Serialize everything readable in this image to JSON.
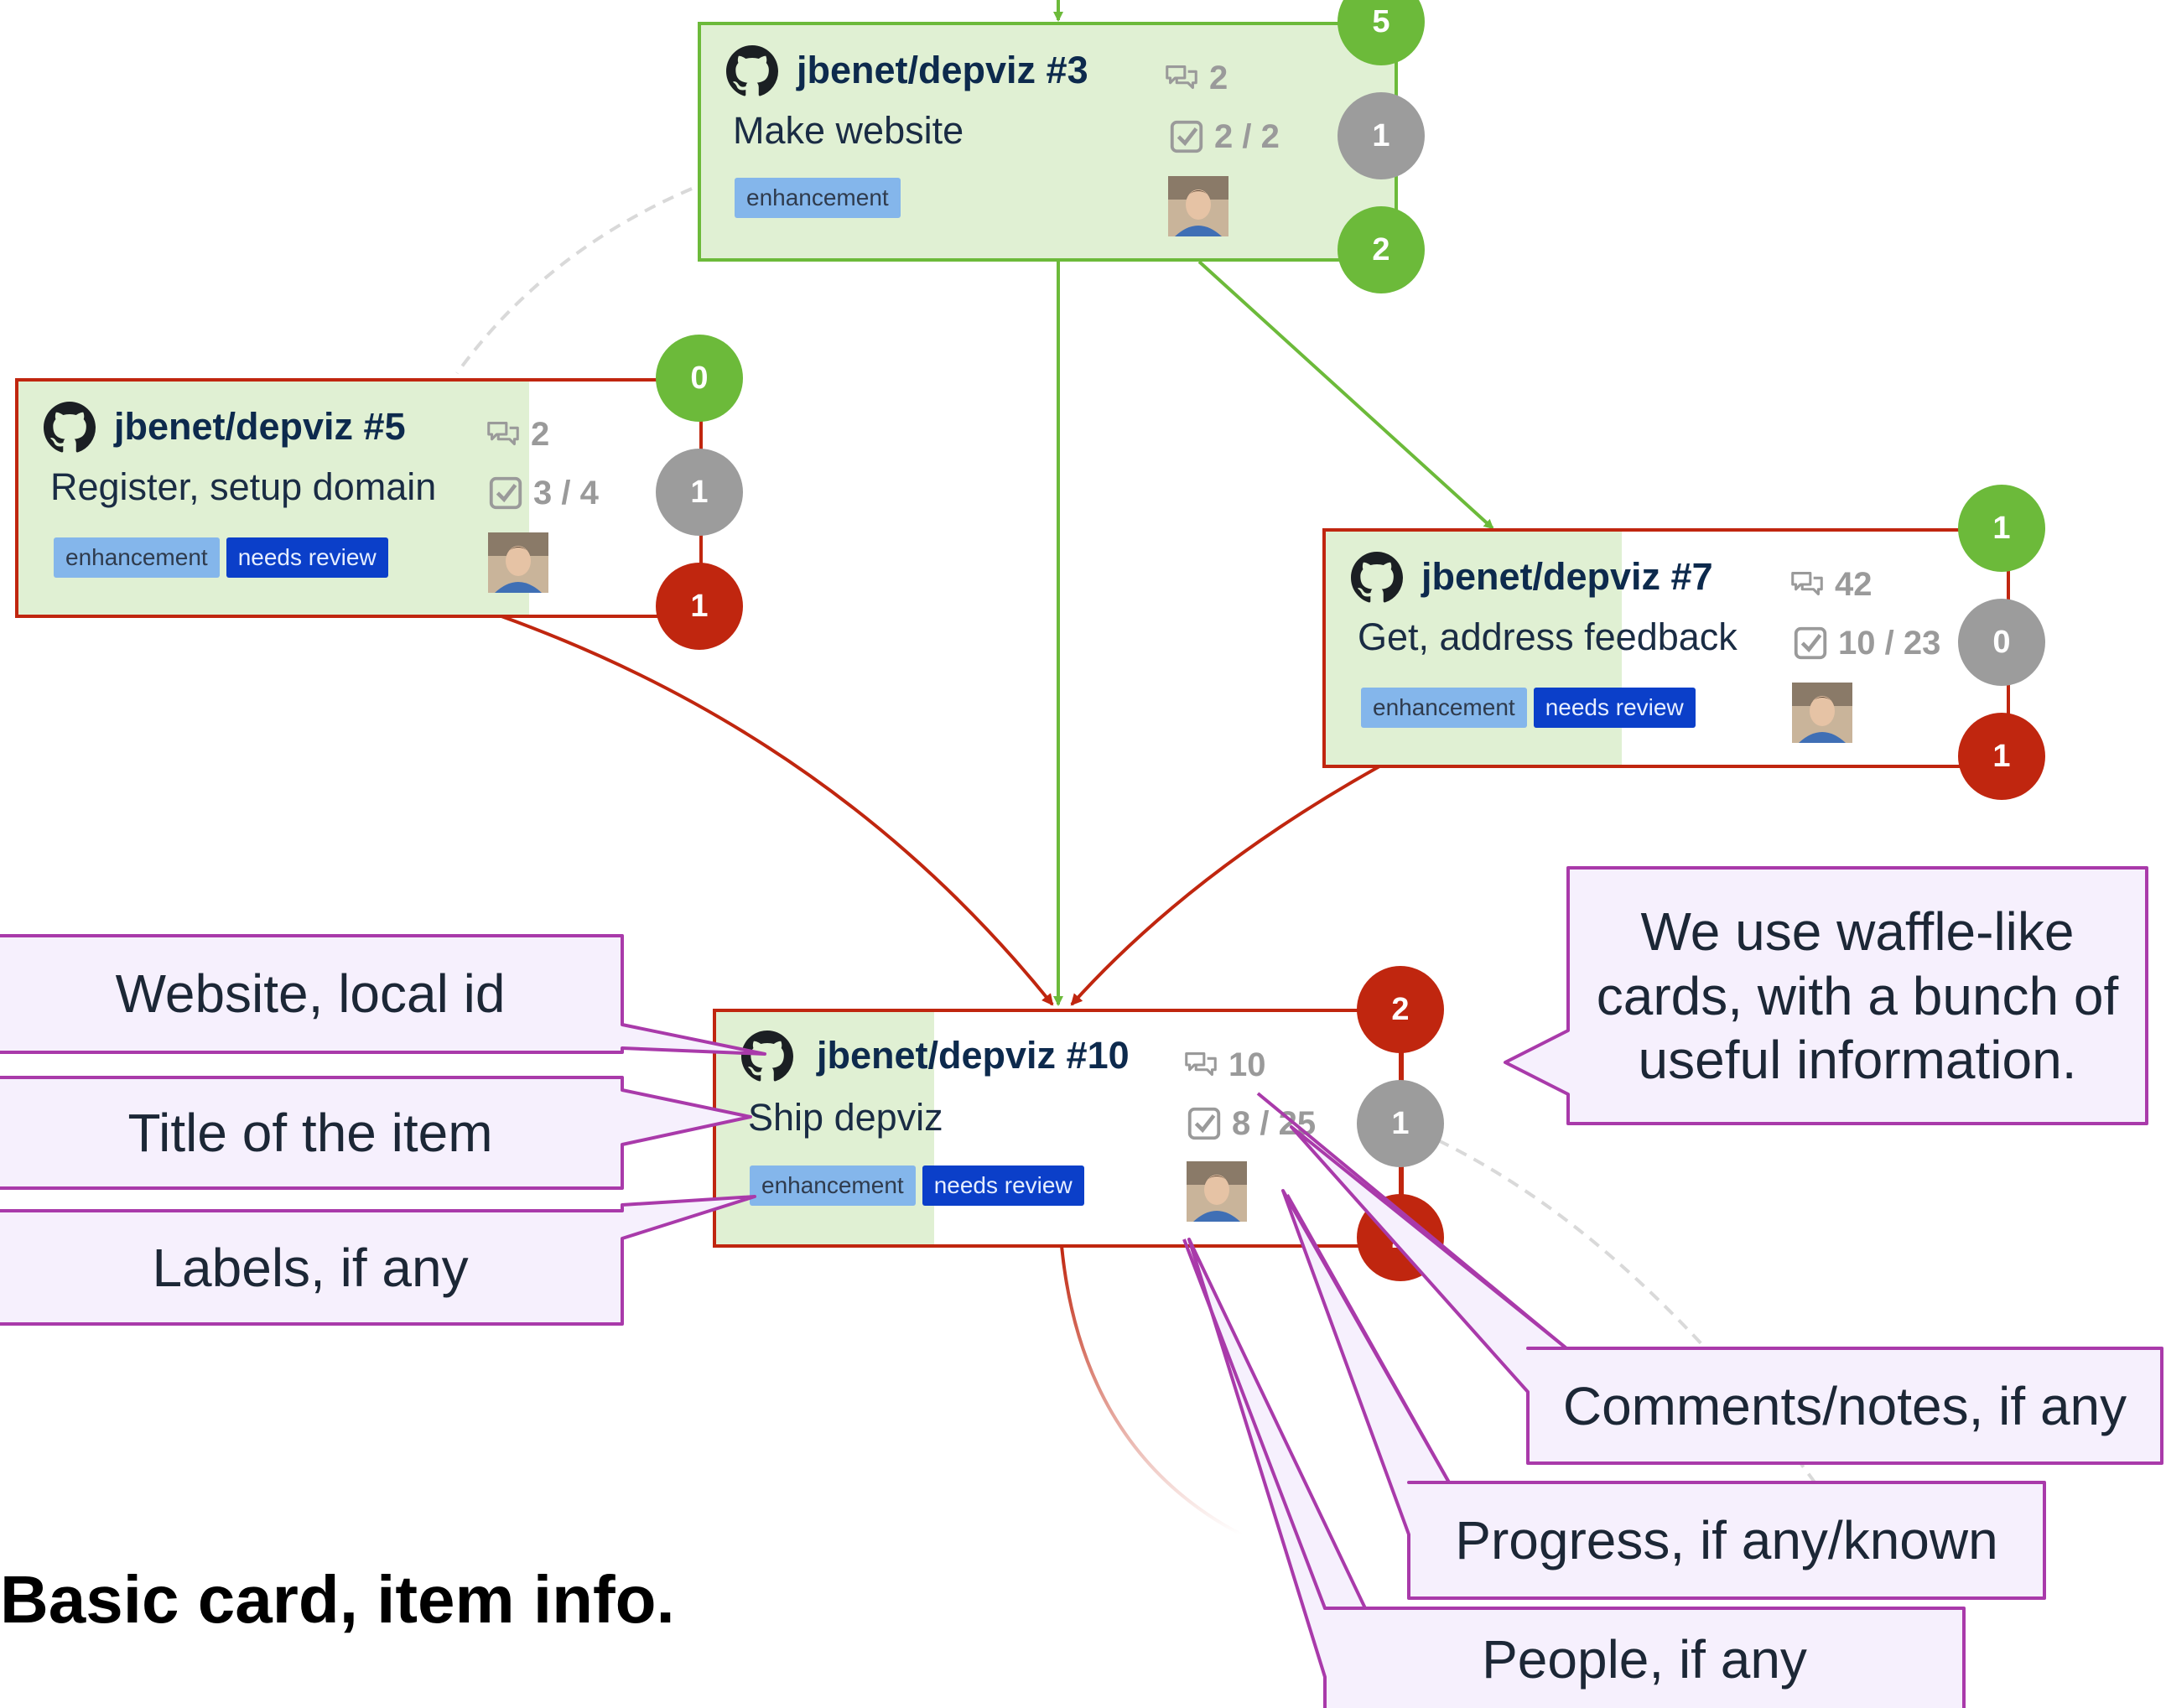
{
  "cards": {
    "card3": {
      "repo": "jbenet/depviz #3",
      "title": "Make website",
      "labels": [
        "enhancement"
      ],
      "comments": "2",
      "progress_text": "2 / 2",
      "progress_fraction": 1.0,
      "counts": {
        "top": "5",
        "middle": "1",
        "bottom": "2"
      }
    },
    "card5": {
      "repo": "jbenet/depviz #5",
      "title": "Register, setup domain",
      "labels": [
        "enhancement",
        "needs review"
      ],
      "comments": "2",
      "progress_text": "3 / 4",
      "progress_fraction": 0.75,
      "counts": {
        "top": "0",
        "middle": "1",
        "bottom": "1"
      }
    },
    "card7": {
      "repo": "jbenet/depviz #7",
      "title": "Get, address feedback",
      "labels": [
        "enhancement",
        "needs review"
      ],
      "comments": "42",
      "progress_text": "10 / 23",
      "progress_fraction": 0.4348,
      "counts": {
        "top": "1",
        "middle": "0",
        "bottom": "1"
      }
    },
    "card10": {
      "repo": "jbenet/depviz #10",
      "title": "Ship depviz",
      "labels": [
        "enhancement",
        "needs review"
      ],
      "comments": "10",
      "progress_text": "8 / 25",
      "progress_fraction": 0.32,
      "counts": {
        "top": "2",
        "middle": "1",
        "bottom": "2"
      }
    }
  },
  "callouts": {
    "website": "Website, local id",
    "title": "Title of the item",
    "labels": "Labels, if any",
    "summary": "We use waffle-like cards, with a bunch of useful information.",
    "comments": "Comments/notes, if any",
    "progress": "Progress, if any/known",
    "people": "People, if any"
  },
  "heading": "Basic card, item info.",
  "colors": {
    "open_border": "#c0260f",
    "done_border": "#6cba3a",
    "progress_fill": "#e0f0d3",
    "callout_border": "#a93aaa",
    "callout_fill": "#f6f0fd",
    "label_enhancement": "#84b6eb",
    "label_needs_review": "#0b3fc9"
  },
  "icons": [
    "github-icon",
    "comment-icon",
    "checkbox-icon",
    "avatar"
  ]
}
